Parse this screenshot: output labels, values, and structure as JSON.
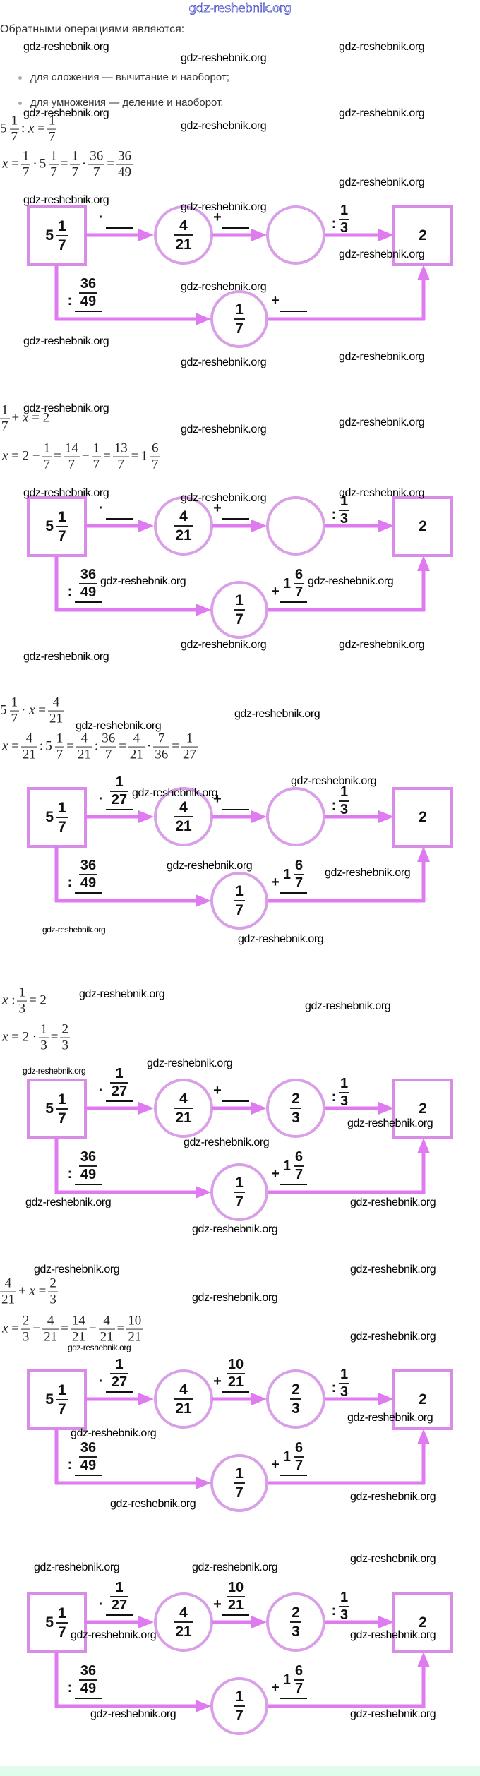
{
  "header_logo": "gdz-reshebnik.org",
  "watermark": "gdz-reshebnik.org",
  "intro": {
    "heading": "Обратными операциями являются:",
    "bullets": [
      "для сложения — вычитание и наоборот;",
      "для умножения — деление и наоборот."
    ]
  },
  "colors": {
    "box": "#d98be8",
    "arrow": "#e07af0",
    "circle": "#d9a0e8"
  },
  "sections": [
    {
      "equations": [
        [
          {
            "w": "5",
            "n": "1",
            "d": "7"
          },
          ": x =",
          {
            "n": "1",
            "d": "7"
          }
        ],
        [
          "x =",
          {
            "n": "1",
            "d": "7"
          },
          "·",
          {
            "w": "5",
            "n": "1",
            "d": "7"
          },
          "=",
          {
            "n": "1",
            "d": "7"
          },
          "·",
          {
            "n": "36",
            "d": "7"
          },
          "=",
          {
            "n": "36",
            "d": "49"
          }
        ]
      ],
      "diagram": {
        "start": {
          "w": "5",
          "n": "1",
          "d": "7"
        },
        "op1": {
          "sign": "·",
          "value": null
        },
        "node1": {
          "n": "4",
          "d": "21"
        },
        "op2": {
          "sign": "+",
          "value": null
        },
        "node2": null,
        "op3": {
          "sign": ":",
          "value": {
            "n": "1",
            "d": "3"
          }
        },
        "end": "2",
        "op4": {
          "sign": ":",
          "value": {
            "n": "36",
            "d": "49"
          }
        },
        "node3": {
          "n": "1",
          "d": "7"
        },
        "op5": {
          "sign": "+",
          "value": null
        }
      }
    },
    {
      "equations": [
        [
          {
            "n": "1",
            "d": "7"
          },
          "+ x = 2"
        ],
        [
          "x = 2 −",
          {
            "n": "1",
            "d": "7"
          },
          "=",
          {
            "n": "14",
            "d": "7"
          },
          "−",
          {
            "n": "1",
            "d": "7"
          },
          "=",
          {
            "n": "13",
            "d": "7"
          },
          "=",
          {
            "w": "1",
            "n": "6",
            "d": "7"
          }
        ]
      ],
      "diagram": {
        "start": {
          "w": "5",
          "n": "1",
          "d": "7"
        },
        "op1": {
          "sign": "·",
          "value": null
        },
        "node1": {
          "n": "4",
          "d": "21"
        },
        "op2": {
          "sign": "+",
          "value": null
        },
        "node2": null,
        "op3": {
          "sign": ":",
          "value": {
            "n": "1",
            "d": "3"
          }
        },
        "end": "2",
        "op4": {
          "sign": ":",
          "value": {
            "n": "36",
            "d": "49"
          }
        },
        "node3": {
          "n": "1",
          "d": "7"
        },
        "op5": {
          "sign": "+",
          "value": {
            "w": "1",
            "n": "6",
            "d": "7"
          }
        }
      }
    },
    {
      "equations": [
        [
          {
            "w": "5",
            "n": "1",
            "d": "7"
          },
          "· x =",
          {
            "n": "4",
            "d": "21"
          }
        ],
        [
          "x =",
          {
            "n": "4",
            "d": "21"
          },
          ":",
          {
            "w": "5",
            "n": "1",
            "d": "7"
          },
          "=",
          {
            "n": "4",
            "d": "21"
          },
          ":",
          {
            "n": "36",
            "d": "7"
          },
          "=",
          {
            "n": "4",
            "d": "21"
          },
          "·",
          {
            "n": "7",
            "d": "36"
          },
          "=",
          {
            "n": "1",
            "d": "27"
          }
        ]
      ],
      "diagram": {
        "start": {
          "w": "5",
          "n": "1",
          "d": "7"
        },
        "op1": {
          "sign": "·",
          "value": {
            "n": "1",
            "d": "27"
          }
        },
        "node1": {
          "n": "4",
          "d": "21"
        },
        "op2": {
          "sign": "+",
          "value": null
        },
        "node2": null,
        "op3": {
          "sign": ":",
          "value": {
            "n": "1",
            "d": "3"
          }
        },
        "end": "2",
        "op4": {
          "sign": ":",
          "value": {
            "n": "36",
            "d": "49"
          }
        },
        "node3": {
          "n": "1",
          "d": "7"
        },
        "op5": {
          "sign": "+",
          "value": {
            "w": "1",
            "n": "6",
            "d": "7"
          }
        }
      }
    },
    {
      "equations": [
        [
          "x :",
          {
            "n": "1",
            "d": "3"
          },
          "= 2"
        ],
        [
          "x = 2 ·",
          {
            "n": "1",
            "d": "3"
          },
          "=",
          {
            "n": "2",
            "d": "3"
          }
        ]
      ],
      "diagram": {
        "start": {
          "w": "5",
          "n": "1",
          "d": "7"
        },
        "op1": {
          "sign": "·",
          "value": {
            "n": "1",
            "d": "27"
          }
        },
        "node1": {
          "n": "4",
          "d": "21"
        },
        "op2": {
          "sign": "+",
          "value": null
        },
        "node2": {
          "n": "2",
          "d": "3"
        },
        "op3": {
          "sign": ":",
          "value": {
            "n": "1",
            "d": "3"
          }
        },
        "end": "2",
        "op4": {
          "sign": ":",
          "value": {
            "n": "36",
            "d": "49"
          }
        },
        "node3": {
          "n": "1",
          "d": "7"
        },
        "op5": {
          "sign": "+",
          "value": {
            "w": "1",
            "n": "6",
            "d": "7"
          }
        }
      }
    },
    {
      "equations": [
        [
          {
            "n": "4",
            "d": "21"
          },
          "+ x =",
          {
            "n": "2",
            "d": "3"
          }
        ],
        [
          "x =",
          {
            "n": "2",
            "d": "3"
          },
          "−",
          {
            "n": "4",
            "d": "21"
          },
          "=",
          {
            "n": "14",
            "d": "21"
          },
          "−",
          {
            "n": "4",
            "d": "21"
          },
          "=",
          {
            "n": "10",
            "d": "21"
          }
        ]
      ],
      "diagram": {
        "start": {
          "w": "5",
          "n": "1",
          "d": "7"
        },
        "op1": {
          "sign": "·",
          "value": {
            "n": "1",
            "d": "27"
          }
        },
        "node1": {
          "n": "4",
          "d": "21"
        },
        "op2": {
          "sign": "+",
          "value": {
            "n": "10",
            "d": "21"
          }
        },
        "node2": {
          "n": "2",
          "d": "3"
        },
        "op3": {
          "sign": ":",
          "value": {
            "n": "1",
            "d": "3"
          }
        },
        "end": "2",
        "op4": {
          "sign": ":",
          "value": {
            "n": "36",
            "d": "49"
          }
        },
        "node3": {
          "n": "1",
          "d": "7"
        },
        "op5": {
          "sign": "+",
          "value": {
            "w": "1",
            "n": "6",
            "d": "7"
          }
        }
      }
    },
    {
      "equations": [],
      "diagram": {
        "start": {
          "w": "5",
          "n": "1",
          "d": "7"
        },
        "op1": {
          "sign": "·",
          "value": {
            "n": "1",
            "d": "27"
          }
        },
        "node1": {
          "n": "4",
          "d": "21"
        },
        "op2": {
          "sign": "+",
          "value": {
            "n": "10",
            "d": "21"
          }
        },
        "node2": {
          "n": "2",
          "d": "3"
        },
        "op3": {
          "sign": ":",
          "value": {
            "n": "1",
            "d": "3"
          }
        },
        "end": "2",
        "op4": {
          "sign": ":",
          "value": {
            "n": "36",
            "d": "49"
          }
        },
        "node3": {
          "n": "1",
          "d": "7"
        },
        "op5": {
          "sign": "+",
          "value": {
            "w": "1",
            "n": "6",
            "d": "7"
          }
        }
      }
    }
  ]
}
